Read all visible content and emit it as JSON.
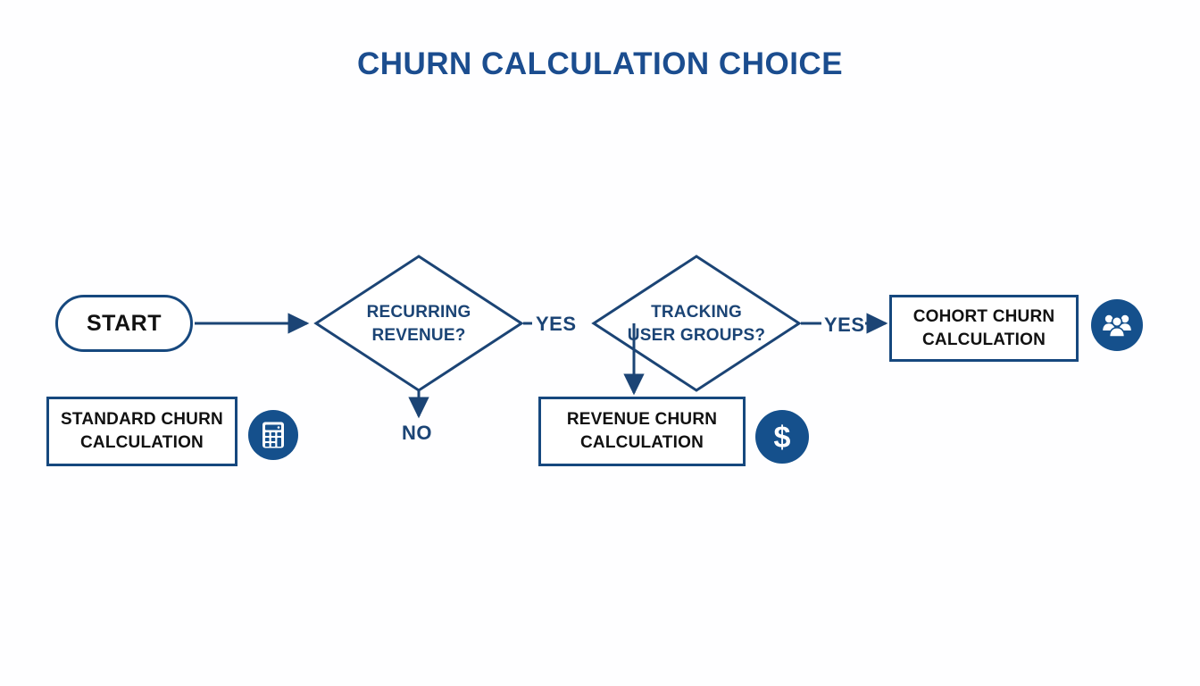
{
  "page": {
    "title": "CHURN CALCULATION CHOICE",
    "background_color": "#fefeff",
    "accent_color": "#15508c",
    "line_color": "#1b4475",
    "title_color": "#1b4d8f",
    "node_text_color": "#111111"
  },
  "nodes": {
    "start": {
      "label": "START",
      "shape": "pill"
    },
    "decision_recurring": {
      "line1": "RECURRING",
      "line2": "REVENUE?",
      "shape": "diamond"
    },
    "decision_tracking": {
      "line1": "TRACKING",
      "line2": "USER GROUPS?",
      "shape": "diamond"
    },
    "standard": {
      "line1": "STANDARD CHURN",
      "line2": "CALCULATION",
      "shape": "rectangle",
      "icon": "calculator-icon"
    },
    "revenue": {
      "line1": "REVENUE CHURN",
      "line2": "CALCULATION",
      "shape": "rectangle",
      "icon": "dollar-icon"
    },
    "cohort": {
      "line1": "COHORT CHURN",
      "line2": "CALCULATION",
      "shape": "rectangle",
      "icon": "people-icon"
    }
  },
  "edges": {
    "yes_recurring": "YES",
    "no_recurring": "NO",
    "yes_tracking": "YES"
  },
  "chart_data": {
    "type": "diagram",
    "diagram_type": "flowchart",
    "title": "CHURN CALCULATION CHOICE",
    "nodes": [
      {
        "id": "start",
        "text": "START",
        "shape": "pill"
      },
      {
        "id": "d1",
        "text": "RECURRING REVENUE?",
        "shape": "diamond"
      },
      {
        "id": "d2",
        "text": "TRACKING USER GROUPS?",
        "shape": "diamond"
      },
      {
        "id": "standard",
        "text": "STANDARD CHURN CALCULATION",
        "shape": "rectangle"
      },
      {
        "id": "revenue",
        "text": "REVENUE CHURN CALCULATION",
        "shape": "rectangle"
      },
      {
        "id": "cohort",
        "text": "COHORT CHURN CALCULATION",
        "shape": "rectangle"
      }
    ],
    "edges": [
      {
        "from": "start",
        "to": "d1",
        "label": ""
      },
      {
        "from": "d1",
        "to": "d2",
        "label": "YES"
      },
      {
        "from": "d1",
        "to": "standard",
        "label": "NO"
      },
      {
        "from": "d2",
        "to": "revenue",
        "label": ""
      },
      {
        "from": "d2",
        "to": "cohort",
        "label": "YES"
      }
    ]
  }
}
